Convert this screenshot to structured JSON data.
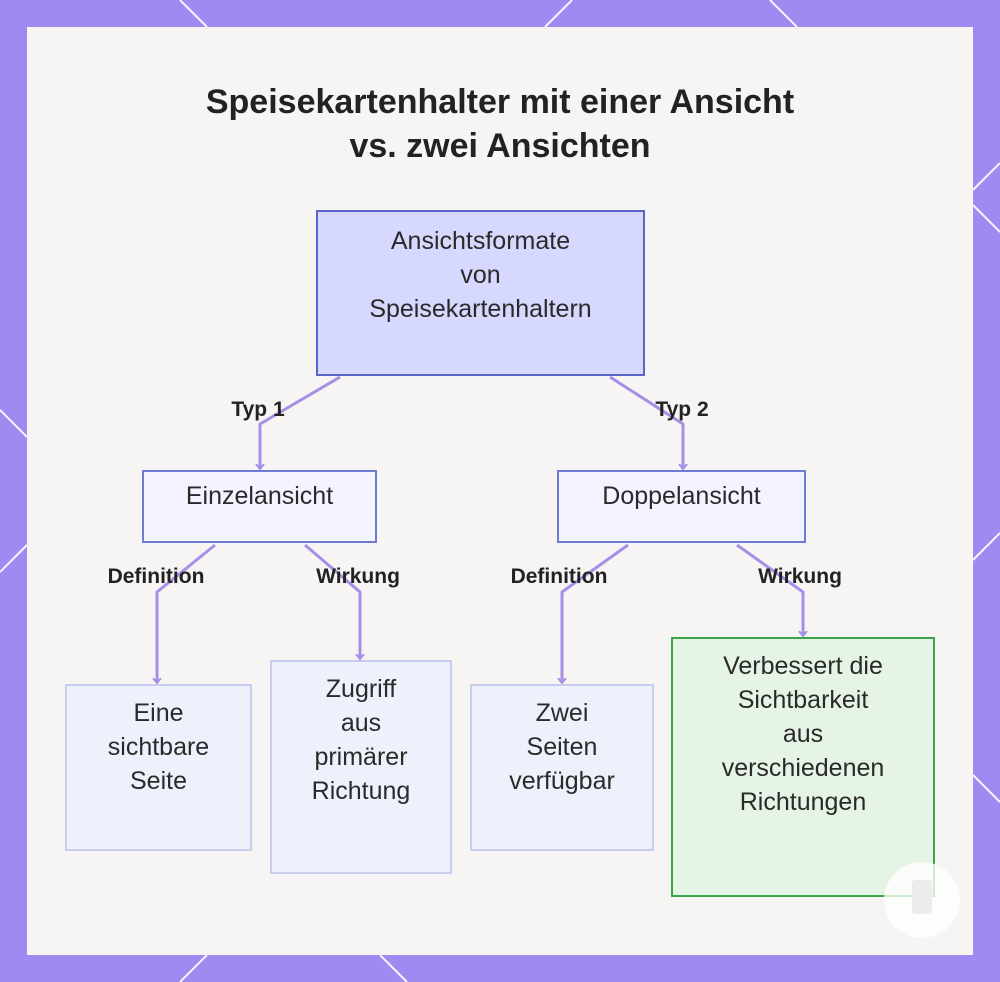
{
  "title": [
    "Speisekartenhalter mit einer Ansicht",
    "vs. zwei Ansichten"
  ],
  "nodes": {
    "root": "Ansichtsformate\nvon\nSpeisekartenhaltern",
    "single": "Einzelansicht",
    "double": "Doppelansicht",
    "single_definition": "Eine\nsichtbare\nSeite",
    "single_effect": "Zugriff\naus\nprimärer\nRichtung",
    "double_definition": "Zwei\nSeiten\nverfügbar",
    "double_effect": "Verbessert die\nSichtbarkeit\naus\nverschiedenen\nRichtungen"
  },
  "edge_labels": {
    "type1": "Typ 1",
    "type2": "Typ 2",
    "single_definition": "Definition",
    "single_effect": "Wirkung",
    "double_definition": "Definition",
    "double_effect": "Wirkung"
  },
  "colors": {
    "frame": "#a08af2",
    "panel": "#f6f5f3",
    "edge": "#a88ee6",
    "root_fill": "#d7d8fd",
    "root_border": "#5c63c9",
    "highlight_fill": "#e6f4e6",
    "highlight_border": "#3aa64a"
  }
}
